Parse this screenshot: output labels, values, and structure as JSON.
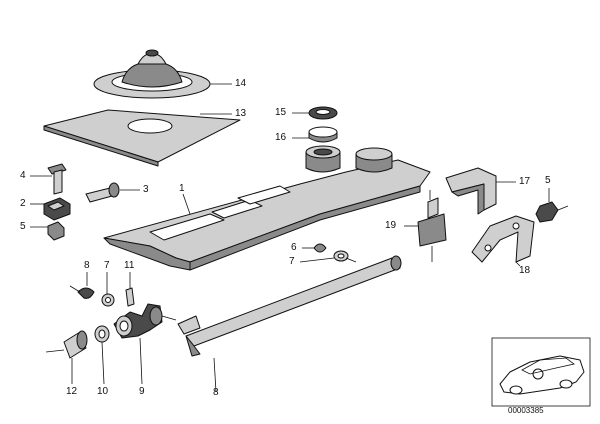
{
  "callouts": [
    {
      "id": "14",
      "label": "14"
    },
    {
      "id": "13",
      "label": "13"
    },
    {
      "id": "15",
      "label": "15"
    },
    {
      "id": "16",
      "label": "16"
    },
    {
      "id": "4",
      "label": "4"
    },
    {
      "id": "3",
      "label": "3"
    },
    {
      "id": "2",
      "label": "2"
    },
    {
      "id": "1",
      "label": "1"
    },
    {
      "id": "5a",
      "label": "5"
    },
    {
      "id": "17",
      "label": "17"
    },
    {
      "id": "5b",
      "label": "5"
    },
    {
      "id": "19",
      "label": "19"
    },
    {
      "id": "18",
      "label": "18"
    },
    {
      "id": "6",
      "label": "6"
    },
    {
      "id": "7a",
      "label": "7"
    },
    {
      "id": "8a",
      "label": "8"
    },
    {
      "id": "7b",
      "label": "7"
    },
    {
      "id": "11",
      "label": "11"
    },
    {
      "id": "12",
      "label": "12"
    },
    {
      "id": "10",
      "label": "10"
    },
    {
      "id": "9",
      "label": "9"
    },
    {
      "id": "8b",
      "label": "8"
    }
  ],
  "image_id": "00003385",
  "colors": {
    "ink": "#111111",
    "shade_dark": "#4a4a4a",
    "shade_mid": "#8a8a8a",
    "shade_light": "#cfcfcf"
  }
}
